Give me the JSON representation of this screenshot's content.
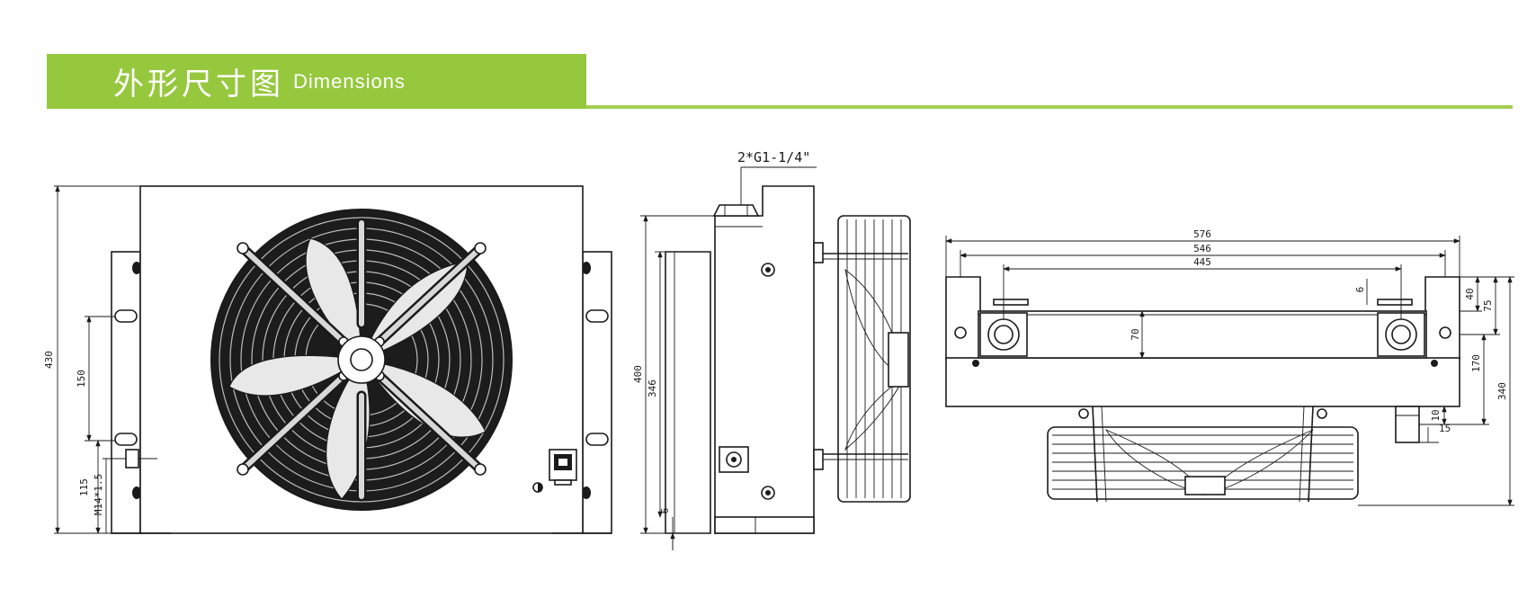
{
  "header": {
    "title_cn": "外形尺寸图",
    "title_en": "Dimensions",
    "accent_color": "#96c83e"
  },
  "labels": {
    "port_callout": "2*G1-1/4\""
  },
  "dimensions": {
    "front": {
      "overall_height": "430",
      "hole_spacing": "150",
      "mount_to_base": "115",
      "thread": "M14*1.5"
    },
    "side": {
      "overall_height": "400",
      "inner_height": "346",
      "base_offset": "6"
    },
    "top": {
      "overall_width": "576",
      "width_546": "546",
      "port_spacing": "445",
      "core_depth": "70",
      "plate_thickness": "6",
      "d40": "40",
      "d75": "75",
      "d170": "170",
      "d10": "10",
      "d15": "15",
      "overall_depth": "340"
    }
  }
}
